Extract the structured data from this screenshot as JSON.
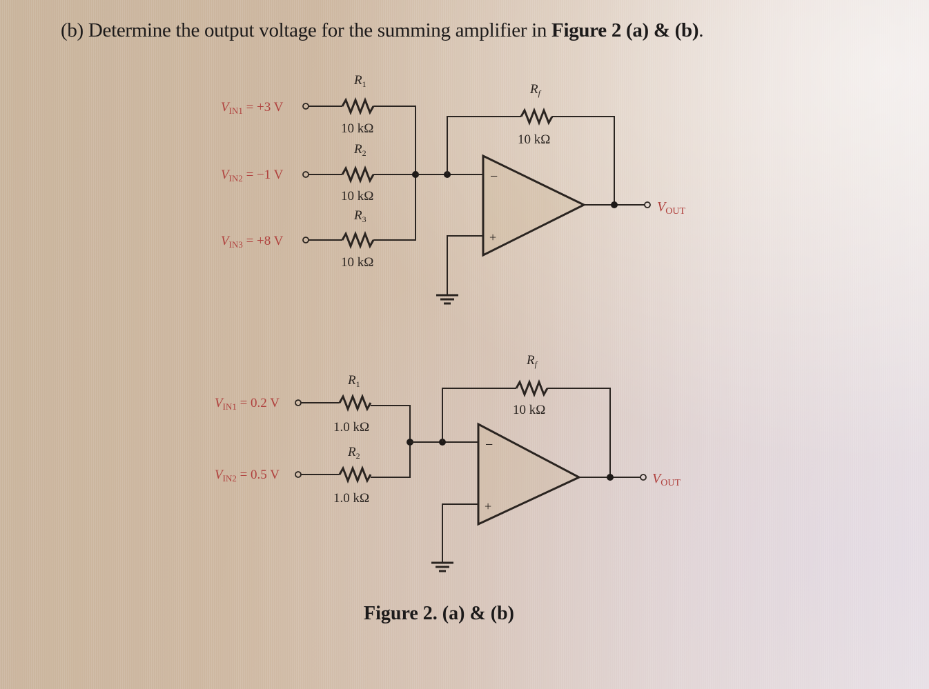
{
  "question": {
    "prefix": "(b) Determine the output voltage for the summing amplifier in ",
    "figure_ref": "Figure 2 (a) & (b)",
    "suffix": "."
  },
  "figure_a": {
    "inputs": [
      {
        "label": "V",
        "sub": "IN1",
        "value": " = +3 V",
        "resistor": "R",
        "rsub": "1",
        "resistance": "10 kΩ"
      },
      {
        "label": "V",
        "sub": "IN2",
        "value": " = −1 V",
        "resistor": "R",
        "rsub": "2",
        "resistance": "10 kΩ"
      },
      {
        "label": "V",
        "sub": "IN3",
        "value": " = +8 V",
        "resistor": "R",
        "rsub": "3",
        "resistance": "10 kΩ"
      }
    ],
    "feedback": {
      "resistor": "R",
      "rsub": "f",
      "resistance": "10 kΩ"
    },
    "opamp": {
      "inverting": "−",
      "noninverting": "+"
    },
    "output": {
      "label": "V",
      "sub": "OUT"
    }
  },
  "figure_b": {
    "inputs": [
      {
        "label": "V",
        "sub": "IN1",
        "value": " = 0.2 V",
        "resistor": "R",
        "rsub": "1",
        "resistance": "1.0 kΩ"
      },
      {
        "label": "V",
        "sub": "IN2",
        "value": " = 0.5 V",
        "resistor": "R",
        "rsub": "2",
        "resistance": "1.0 kΩ"
      }
    ],
    "feedback": {
      "resistor": "R",
      "rsub": "f",
      "resistance": "10 kΩ"
    },
    "opamp": {
      "inverting": "−",
      "noninverting": "+"
    },
    "output": {
      "label": "V",
      "sub": "OUT"
    }
  },
  "caption": "Figure 2. (a) & (b)"
}
